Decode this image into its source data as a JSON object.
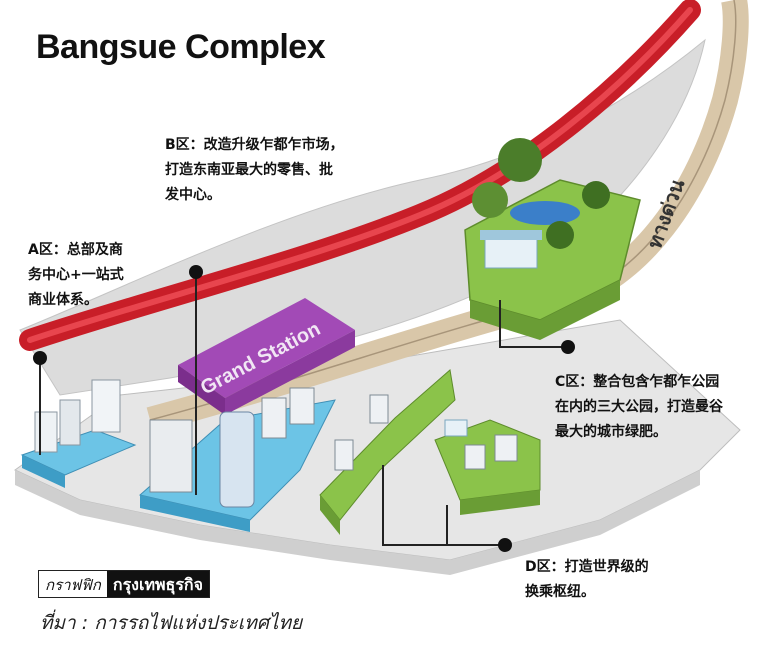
{
  "title": "Bangsue Complex",
  "labels": {
    "grand_station": "Grand Station",
    "expressway": "ทางด่วน"
  },
  "zones": {
    "a": [
      "A区：总部及商",
      "务中心+一站式",
      "商业体系。"
    ],
    "b": [
      "B区：改造升级乍都乍市场，",
      "打造东南亚最大的零售、批",
      "发中心。"
    ],
    "c": [
      "C区：整合包含乍都乍公园",
      "在内的三大公园，打造曼谷",
      "最大的城市绿肥。"
    ],
    "d": [
      "D区：打造世界级的",
      "换乘枢纽。"
    ]
  },
  "credit": {
    "left": "กราฟฟิก",
    "right": "กรุงเทพธุรกิจ"
  },
  "source": "ที่มา : การรถไฟแห่งประเทศไทย",
  "colors": {
    "road_red": "#d0202a",
    "expressway": "#d8c7ad",
    "platform": "#e4e4e4",
    "zone_a": "#6cc4e6",
    "zone_b": "#6cc4e6",
    "green": "#8bc34a",
    "station_purple": "#9b3fb0"
  }
}
